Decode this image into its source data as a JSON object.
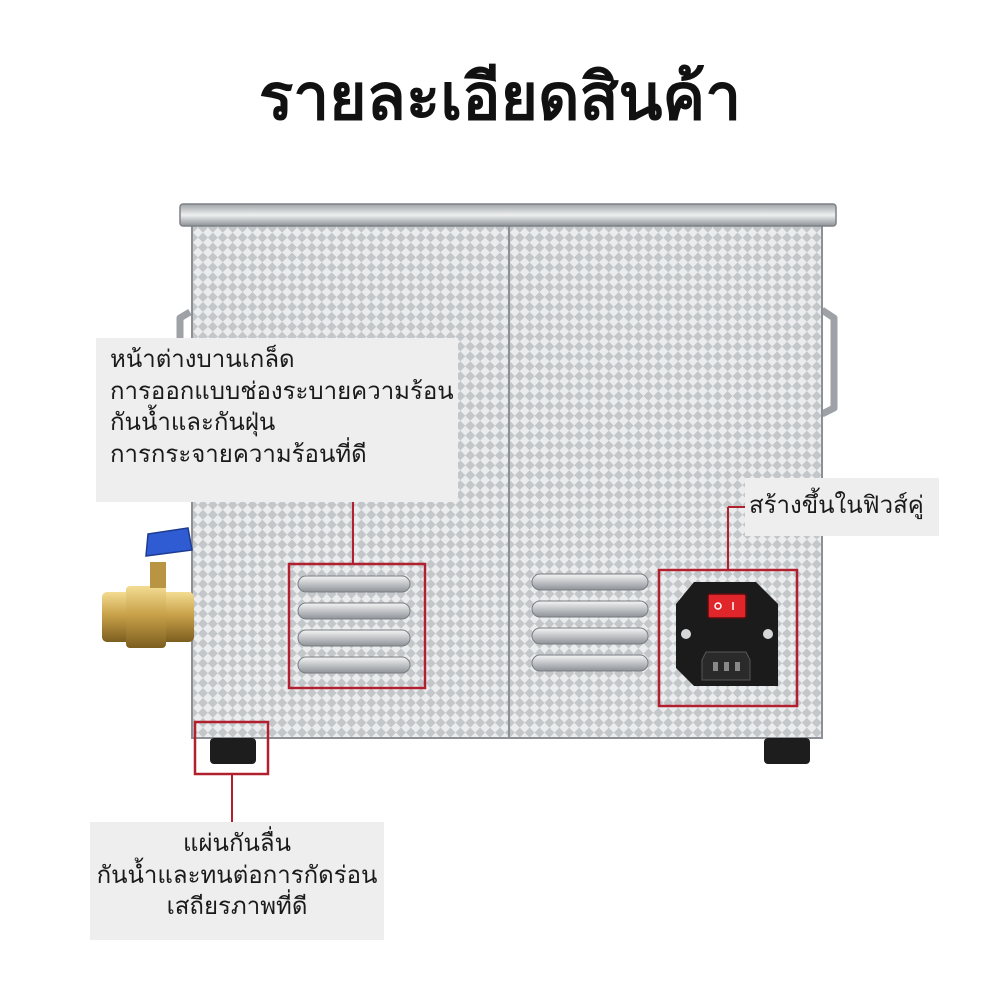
{
  "page": {
    "title": "รายละเอียดสินค้า"
  },
  "callouts": {
    "vent": {
      "lines": [
        "หน้าต่างบานเกล็ด",
        "การออกแบบช่องระบายความร้อน",
        "กันน้ำและกันฝุ่น",
        "การกระจายความร้อนที่ดี"
      ]
    },
    "fuse": {
      "lines": [
        "สร้างขึ้นในฟิวส์คู่"
      ]
    },
    "feet": {
      "lines": [
        "แผ่นกันลื่น",
        "กันน้ำและทนต่อการกัดร่อน",
        "เสถียรภาพที่ดี"
      ]
    }
  },
  "colors": {
    "highlight": "#b0202e",
    "callout_bg": "#eeeeee",
    "steel": "#c9cccf",
    "valve_handle": "#2f5bd3",
    "brass": "#c9a24a",
    "switch": "#e0262b"
  },
  "icons": {
    "switch": "rocker-switch-icon",
    "socket": "power-socket-icon"
  }
}
